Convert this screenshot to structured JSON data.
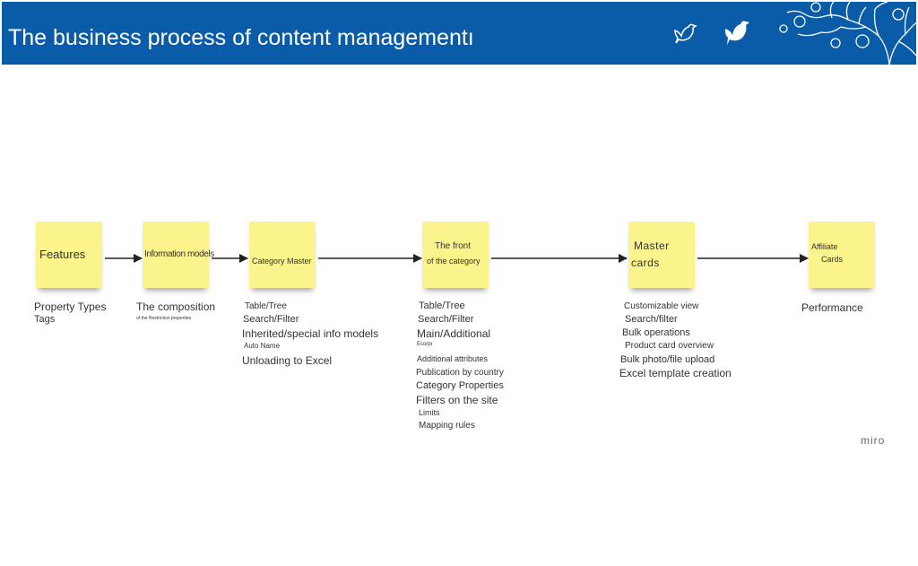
{
  "header": {
    "title": "The business process of content managementı",
    "bg_color": "#0a5ca8"
  },
  "notes": {
    "features": "Features",
    "info_models": "Information models",
    "category_master": "Category Master",
    "front_line1": "The front",
    "front_line2": "of the category",
    "master_line1": "Master",
    "master_line2": "cards",
    "affiliate_line1": "Affiliate",
    "affiliate_line2": "Cards",
    "color": "#fbf38c"
  },
  "lists": {
    "features": [
      "Property Types",
      "Tags"
    ],
    "info_models": [
      "The composition",
      "of the Restriction properties"
    ],
    "category_master": [
      "Table/Tree",
      "Search/Filter",
      "Inherited/special info models",
      "Auto Name",
      "Unloading to Excel"
    ],
    "front": [
      "Table/Tree",
      "Search/Filter",
      "Main/Additional",
      "Ecorpı",
      "Additional attributes",
      "Publication by country",
      "Category Properties",
      "Filters on the site",
      "Limits",
      "Mapping rules"
    ],
    "master_cards": [
      "Customizable view",
      "Search/filter",
      "Bulk operations",
      "Product card overview",
      "Bulk photo/file upload",
      "Excel template creation"
    ],
    "affiliate": [
      "Performance"
    ]
  },
  "footer": {
    "brand": "miro"
  }
}
